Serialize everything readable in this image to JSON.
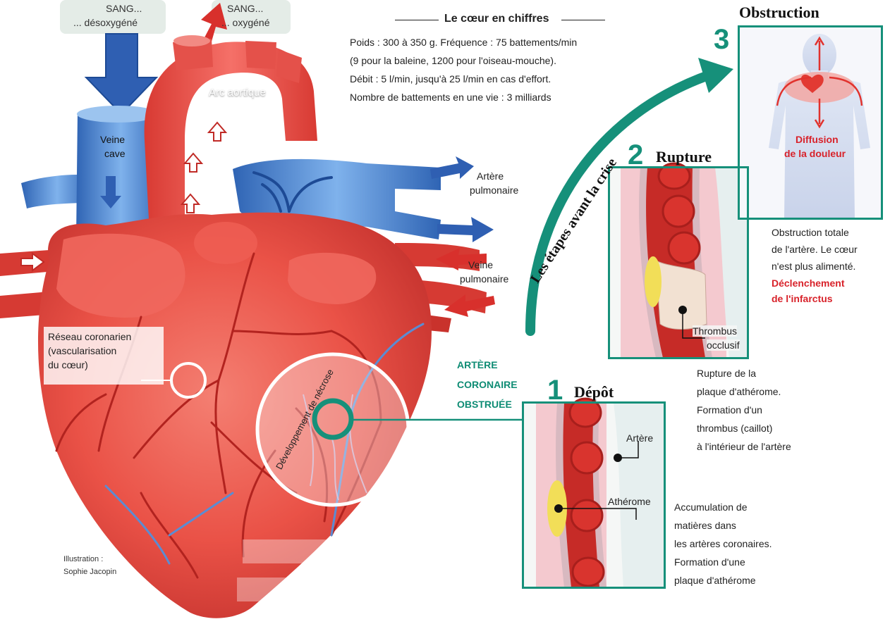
{
  "blood": {
    "deoxy_line1": "SANG...",
    "deoxy_line2": "... désoxygéné",
    "oxy_line1": "SANG...",
    "oxy_line2": "... oxygéné"
  },
  "heart_labels": {
    "arc_aortique": "Arc aortique",
    "veine_cave_1": "Veine",
    "veine_cave_2": "cave",
    "artere_pulm_1": "Artère",
    "artere_pulm_2": "pulmonaire",
    "veine_pulm_1": "Veine",
    "veine_pulm_2": "pulmonaire",
    "reseau_1": "Réseau coronarien",
    "reseau_2": "(vascularisation",
    "reseau_3": "du cœur)",
    "necrose": "Développement de nécrose",
    "obstruee_1": "ARTÈRE",
    "obstruee_2": "CORONAIRE",
    "obstruee_3": "OBSTRUÉE",
    "credit_1": "Illustration :",
    "credit_2": "Sophie Jacopin"
  },
  "chiffres": {
    "title": "Le cœur en chiffres",
    "line1": "Poids : 300 à 350 g.  Fréquence : 75 battements/min",
    "line2": "(9 pour la baleine, 1200 pour l'oiseau-mouche).",
    "line3": "Débit : 5 l/min, jusqu'à 25 l/min en cas d'effort.",
    "line4": "Nombre de battements en une vie : 3 milliards"
  },
  "etapes_label": "Les étapes avant la crise",
  "step1": {
    "number": "1",
    "title": "Dépôt",
    "label_artere": "Artère",
    "label_atherome": "Athérome",
    "desc1": "Accumulation de",
    "desc2": "matières dans",
    "desc3": "les artères coronaires.",
    "desc4": "Formation d'une",
    "desc5": "plaque d'athérome"
  },
  "step2": {
    "number": "2",
    "title": "Rupture",
    "label_thrombus_1": "Thrombus",
    "label_thrombus_2": "occlusif",
    "desc1": "Rupture de la",
    "desc2": "plaque d'athérome.",
    "desc3": "Formation d'un",
    "desc4": "thrombus (caillot)",
    "desc5": "à l'intérieur de l'artère"
  },
  "step3": {
    "number": "3",
    "title": "Obstruction",
    "diffusion_1": "Diffusion",
    "diffusion_2": "de la douleur",
    "desc1": "Obstruction totale",
    "desc2": "de l'artère. Le cœur",
    "desc3": "n'est plus alimenté.",
    "desc4": "Déclenchement",
    "desc5": "de l'infarctus"
  },
  "colors": {
    "teal": "#16907a",
    "heart_red": "#e8473f",
    "vein_blue": "#3b76c4",
    "alert_red": "#d8222a"
  }
}
